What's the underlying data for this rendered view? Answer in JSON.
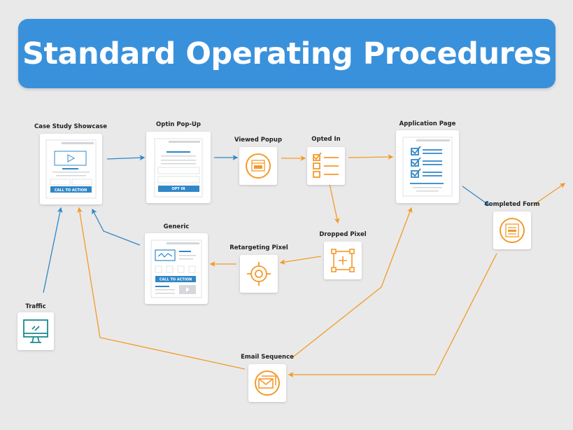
{
  "title": "Standard Operating Procedures",
  "colors": {
    "banner": "#3a91db",
    "flow_blue": "#2f87c8",
    "flow_orange": "#f39a2a",
    "traffic_teal": "#1b8a8f"
  },
  "nodes": {
    "case_study": {
      "label": "Case Study Showcase",
      "button": "CALL TO ACTION",
      "icon": "landing-page-video-icon"
    },
    "optin": {
      "label": "Optin Pop-Up",
      "button": "OPT IN",
      "icon": "optin-form-icon"
    },
    "viewed_popup": {
      "label": "Viewed Popup",
      "icon": "popup-window-icon"
    },
    "opted_in": {
      "label": "Opted In",
      "icon": "checklist-icon"
    },
    "application": {
      "label": "Application Page",
      "icon": "application-checklist-icon"
    },
    "completed_form": {
      "label": "Completed Form",
      "icon": "form-icon"
    },
    "dropped_pixel": {
      "label": "Dropped Pixel",
      "icon": "pixel-icon"
    },
    "retargeting": {
      "label": "Retargeting Pixel",
      "icon": "target-icon"
    },
    "generic": {
      "label": "Generic",
      "button": "CALL TO ACTION",
      "icon": "generic-page-icon"
    },
    "traffic": {
      "label": "Traffic",
      "icon": "monitor-icon"
    },
    "email": {
      "label": "Email Sequence",
      "icon": "email-icon"
    }
  }
}
